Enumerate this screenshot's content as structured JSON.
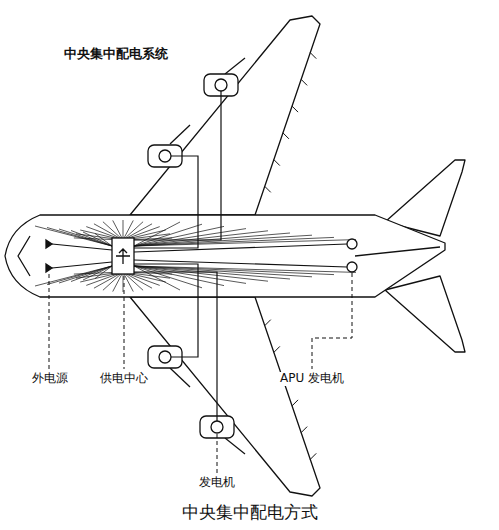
{
  "diagram": {
    "title": "中央集中配电系统",
    "caption": "中央集中配电方式",
    "labels": [
      "外电源",
      "供电中心",
      "APU 发电机",
      "发电机"
    ]
  }
}
